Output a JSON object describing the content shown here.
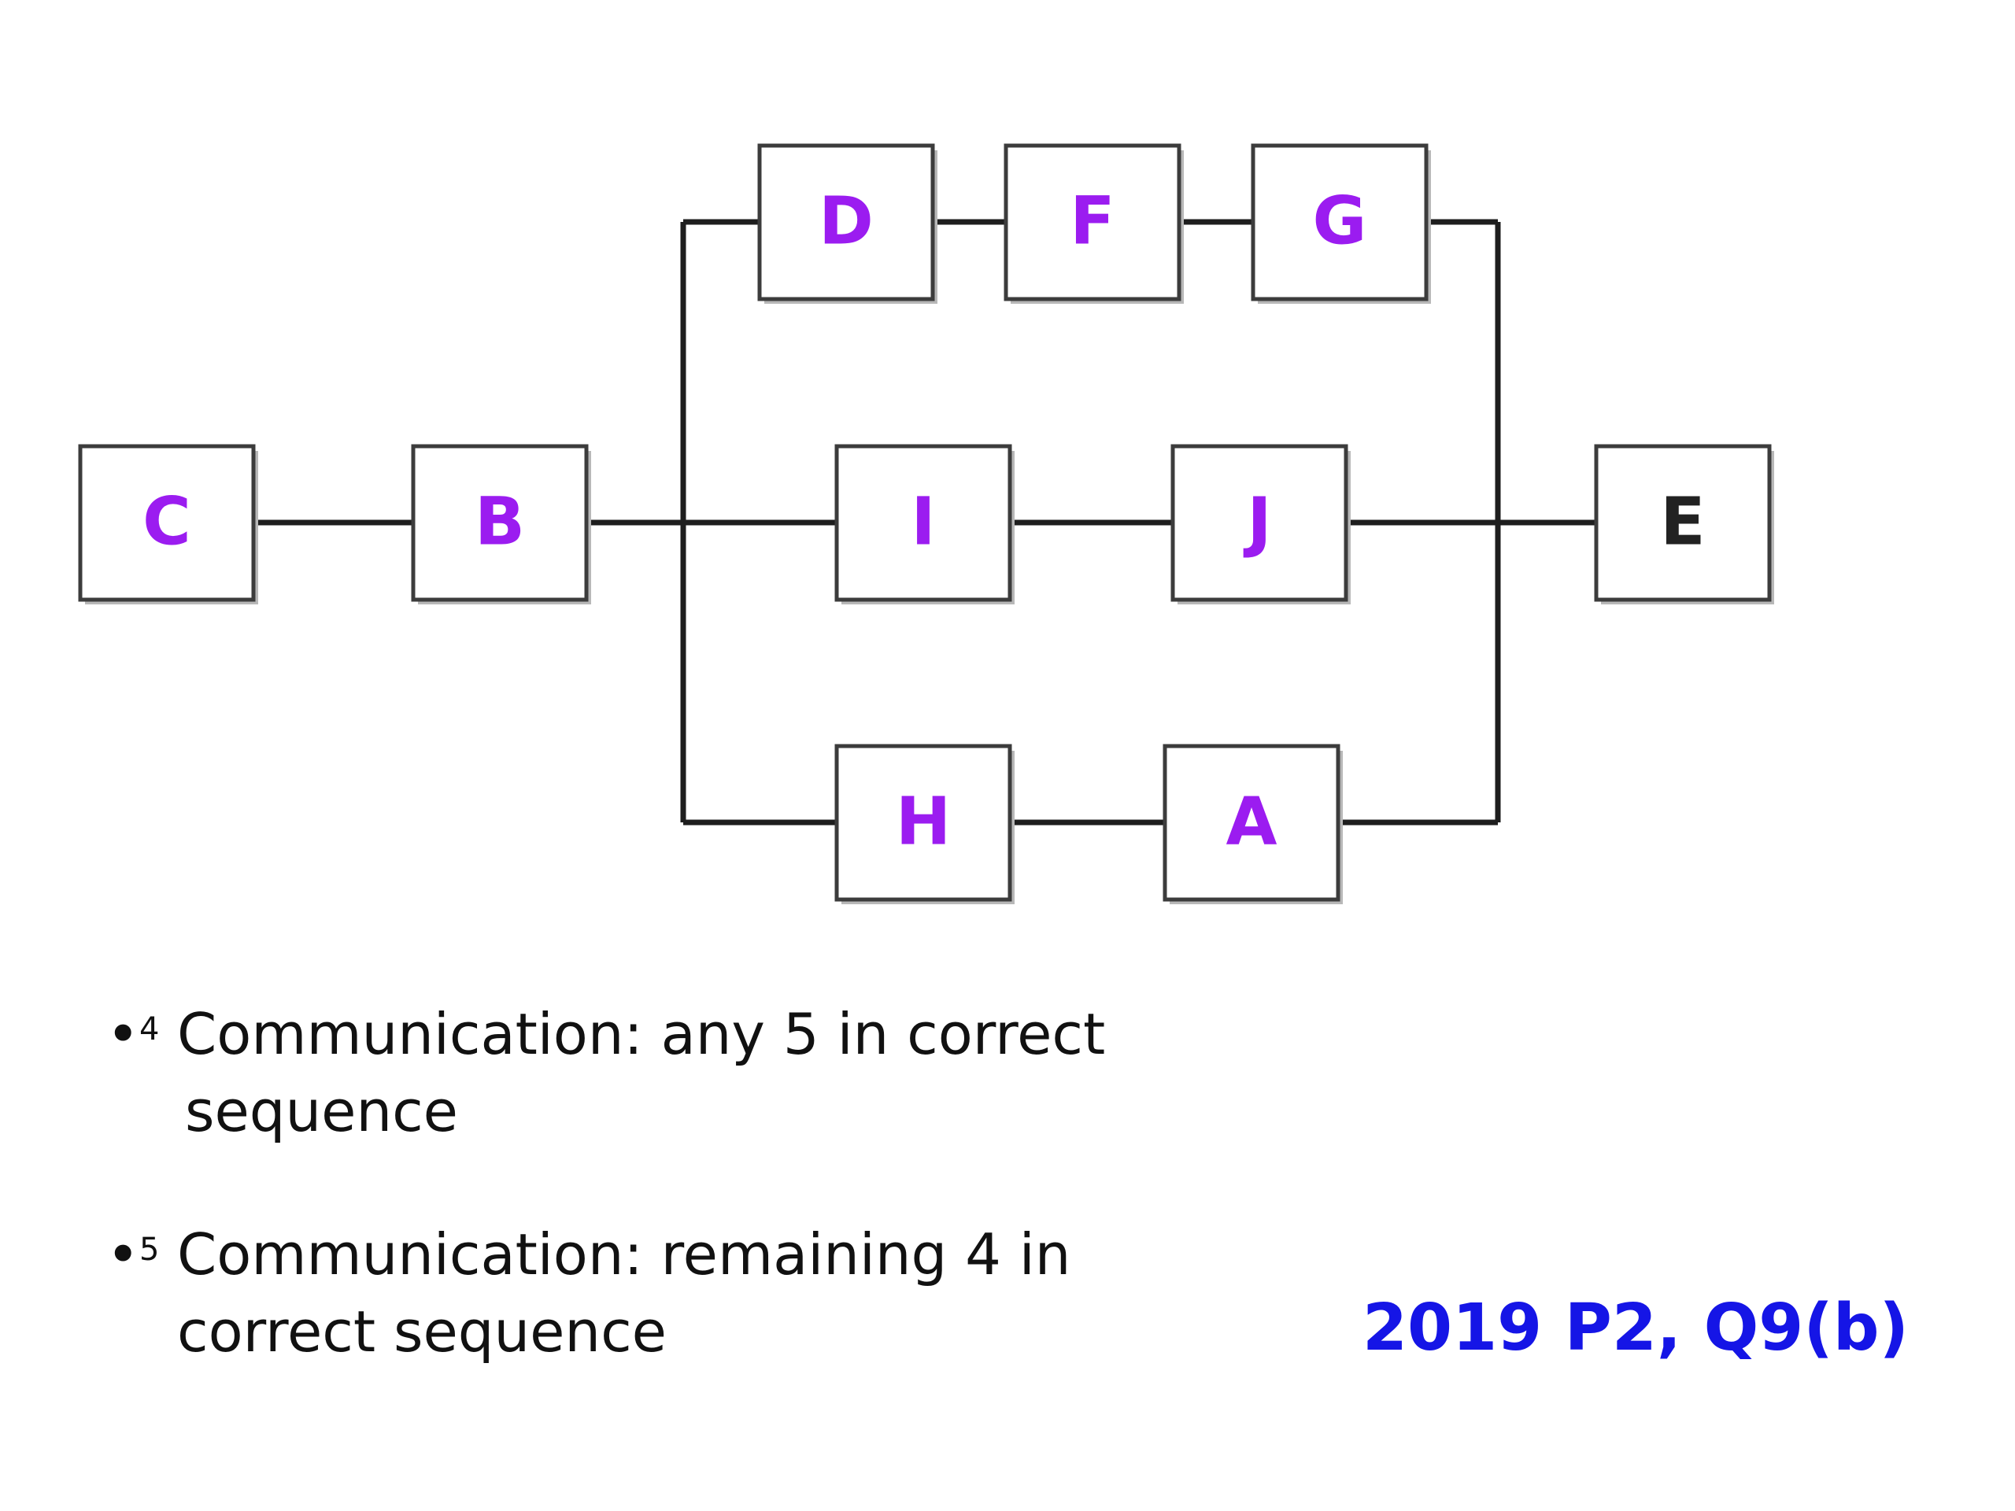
{
  "colors": {
    "label_accent": "#9b1cf0",
    "label_plain": "#222222",
    "reference": "#1515e6"
  },
  "diagram": {
    "nodes": [
      {
        "id": "C",
        "label": "C",
        "style": "accent"
      },
      {
        "id": "B",
        "label": "B",
        "style": "accent"
      },
      {
        "id": "D",
        "label": "D",
        "style": "accent"
      },
      {
        "id": "F",
        "label": "F",
        "style": "accent"
      },
      {
        "id": "G",
        "label": "G",
        "style": "accent"
      },
      {
        "id": "I",
        "label": "I",
        "style": "accent"
      },
      {
        "id": "J",
        "label": "J",
        "style": "accent"
      },
      {
        "id": "H",
        "label": "H",
        "style": "accent"
      },
      {
        "id": "A",
        "label": "A",
        "style": "accent"
      },
      {
        "id": "E",
        "label": "E",
        "style": "plain"
      }
    ],
    "edges": [
      [
        "C",
        "B"
      ],
      [
        "B",
        "D"
      ],
      [
        "D",
        "F"
      ],
      [
        "F",
        "G"
      ],
      [
        "G",
        "E"
      ],
      [
        "B",
        "I"
      ],
      [
        "I",
        "J"
      ],
      [
        "J",
        "E"
      ],
      [
        "B",
        "H"
      ],
      [
        "H",
        "A"
      ],
      [
        "A",
        "E"
      ]
    ]
  },
  "criteria": [
    {
      "bullet": "•",
      "mark": "4",
      "line1": "Communication: any 5 in correct",
      "line2": "sequence"
    },
    {
      "bullet": "•",
      "mark": "5",
      "line1": "Communication: remaining 4 in",
      "line2": "correct sequence"
    }
  ],
  "reference": "2019 P2, Q9(b)"
}
